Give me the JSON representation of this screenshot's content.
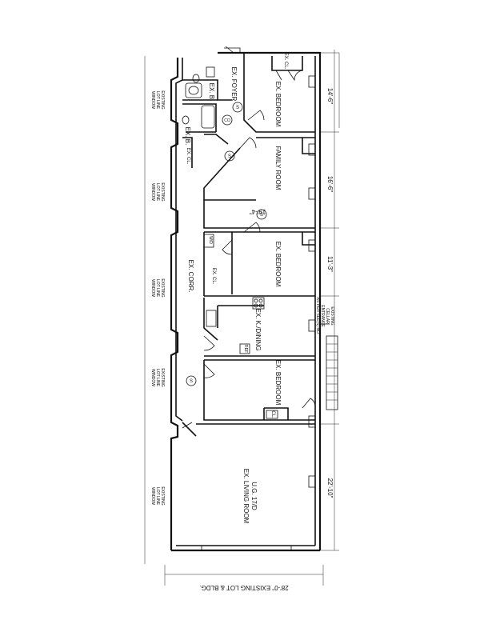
{
  "rooms": {
    "foyer": "EX. FOYER",
    "bath1": "EX. B.",
    "bath2": "EX. B.",
    "closet_top": "EX. CL.",
    "closet_left": "EX. CL.",
    "bedroom1": "EX. BEDROOM",
    "family_room": "FAMILY ROOM",
    "bedroom2": "EX. BEDROOM",
    "closet_mid": "EX. CL.",
    "corridor": "EX. CORR.",
    "kitchen": "EX. K./DINING",
    "bedroom3": "EX. BEDROOM",
    "living": "EX. LIVING ROOM",
    "living_sub": "U.G. 17/D",
    "cl_bottom": "CL."
  },
  "dimensions": {
    "d1": "14'-6\"",
    "d2": "16'-6\"",
    "d3": "11'-3\"",
    "d4": "22'-10\"",
    "family_inner": "19'-4\"",
    "lot": "28'-0\" EXISTING LOT & BLDG."
  },
  "window_notes": {
    "line1": "EXISTING",
    "line2": "LOT LINE",
    "line3": "WINDOW"
  },
  "right_note": {
    "line1": "EXISTING",
    "line2": "CELLAR",
    "line3": "ENTRANCE",
    "line4": "AS PER SEE(S) NO."
  },
  "symbols": {
    "smoke": "S",
    "co": "CO",
    "wd": "W/D",
    "ref": "REF"
  }
}
